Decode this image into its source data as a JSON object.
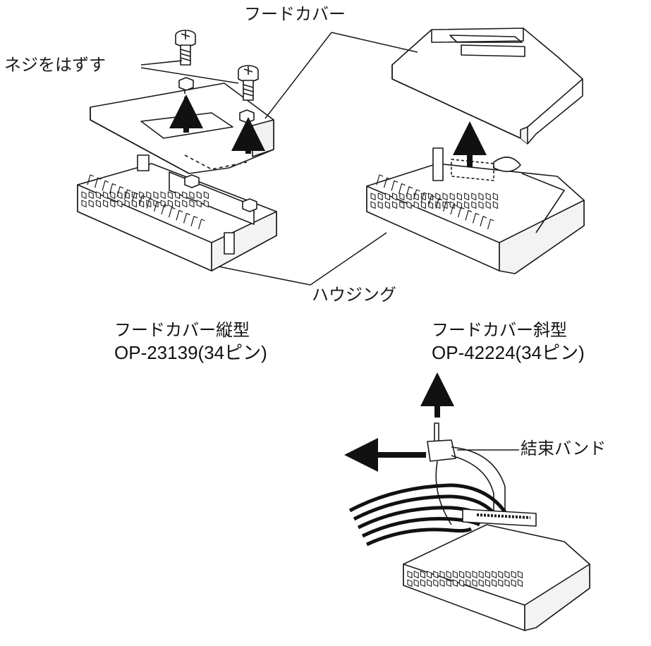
{
  "labels": {
    "hood_cover": "フードカバー",
    "remove_screws": "ネジをはずす",
    "housing": "ハウジング",
    "cable_tie": "結束バンド"
  },
  "captions": {
    "vertical": {
      "name": "フードカバー縦型",
      "code": "OP-23139(34ピン)"
    },
    "diagonal": {
      "name": "フードカバー斜型",
      "code": "OP-42224(34ピン)"
    }
  },
  "colors": {
    "ink": "#1a1a1a",
    "paper": "#ffffff"
  }
}
